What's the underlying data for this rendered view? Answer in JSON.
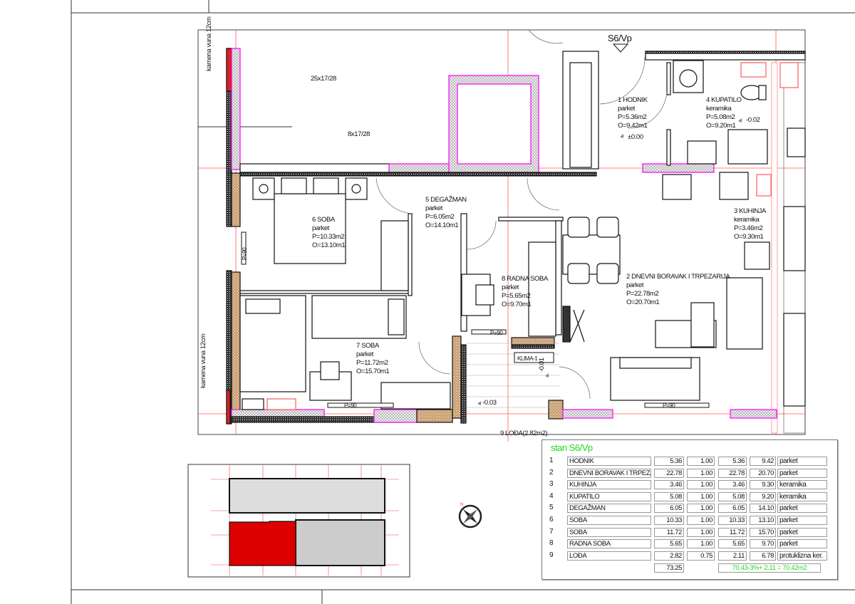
{
  "plan": {
    "unit_label": "S6/Vp",
    "insulation_top": "kamena vuna 12cm",
    "insulation_bottom": "kamena vuna 12cm",
    "slab_note_1": "25x17/28",
    "slab_note_2": "8x17/28",
    "level_hall": "±0.00",
    "level_bath": "-0.02",
    "level_loggia": "-0.03",
    "level_terrace": "-0.01",
    "ac_label": "KLIMA-1",
    "window_labels": [
      "P=90",
      "P=90",
      "P=90",
      "P=90"
    ],
    "loggia_label": "9 LOĐA(2.82m2)",
    "rooms": [
      {
        "title": "1 HODNIK",
        "floor": "parket",
        "area": "P=5.36m2",
        "perimeter": "O=9.42m1"
      },
      {
        "title": "4 KUPATILO",
        "floor": "keramika",
        "area": "P=5.08m2",
        "perimeter": "O=9.20m1"
      },
      {
        "title": "3 KUHINJA",
        "floor": "keramika",
        "area": "P=3.46m2",
        "perimeter": "O=9.30m1"
      },
      {
        "title": "5 DEGAŽMAN",
        "floor": "parket",
        "area": "P=6.05m2",
        "perimeter": "O=14.10m1"
      },
      {
        "title": "6 SOBA",
        "floor": "parket",
        "area": "P=10.33m2",
        "perimeter": "O=13.10m1"
      },
      {
        "title": "8 RADNA SOBA",
        "floor": "parket",
        "area": "P=5.65m2",
        "perimeter": "O=9.70m1"
      },
      {
        "title": "2 DNEVNI BORAVAK I TRPEZARIJA",
        "floor": "parket",
        "area": "P=22.78m2",
        "perimeter": "O=20.70m1"
      },
      {
        "title": "7 SOBA",
        "floor": "parket",
        "area": "P=11.72m2",
        "perimeter": "O=15.70m1"
      }
    ]
  },
  "table": {
    "title": "stan S6/Vp",
    "rows": [
      {
        "n": "1",
        "name": "HODNIK",
        "area": "5.36",
        "coef": "1.00",
        "net": "5.36",
        "perimeter": "9.42",
        "floor": "parket"
      },
      {
        "n": "2",
        "name": "DNEVNI BORAVAK I TRPEZARIJA",
        "area": "22.78",
        "coef": "1.00",
        "net": "22.78",
        "perimeter": "20.70",
        "floor": "parket"
      },
      {
        "n": "3",
        "name": "KUHINJA",
        "area": "3.46",
        "coef": "1.00",
        "net": "3.46",
        "perimeter": "9.30",
        "floor": "keramika"
      },
      {
        "n": "4",
        "name": "KUPATILO",
        "area": "5.08",
        "coef": "1.00",
        "net": "5.08",
        "perimeter": "9.20",
        "floor": "keramika"
      },
      {
        "n": "5",
        "name": "DEGAŽMAN",
        "area": "6.05",
        "coef": "1.00",
        "net": "6.05",
        "perimeter": "14.10",
        "floor": "parket"
      },
      {
        "n": "6",
        "name": "SOBA",
        "area": "10.33",
        "coef": "1.00",
        "net": "10.33",
        "perimeter": "13.10",
        "floor": "parket"
      },
      {
        "n": "7",
        "name": "SOBA",
        "area": "11.72",
        "coef": "1.00",
        "net": "11.72",
        "perimeter": "15.70",
        "floor": "parket"
      },
      {
        "n": "8",
        "name": "RADNA SOBA",
        "area": "5.65",
        "coef": "1.00",
        "net": "5.65",
        "perimeter": "9.70",
        "floor": "parket"
      },
      {
        "n": "9",
        "name": "LOĐA",
        "area": "2.82",
        "coef": "0.75",
        "net": "2.11",
        "perimeter": "6.78",
        "floor": "protuklizna ker."
      }
    ],
    "total": "73.25",
    "formula": "70.43-3%+ 2.11 = 70.42m2"
  },
  "colors": {
    "grid": "#ff5a5a",
    "wall_magenta": "#ff00ff",
    "insulation": "#c89a6a",
    "highlight": "#dd0000",
    "title_green": "#22d822"
  }
}
